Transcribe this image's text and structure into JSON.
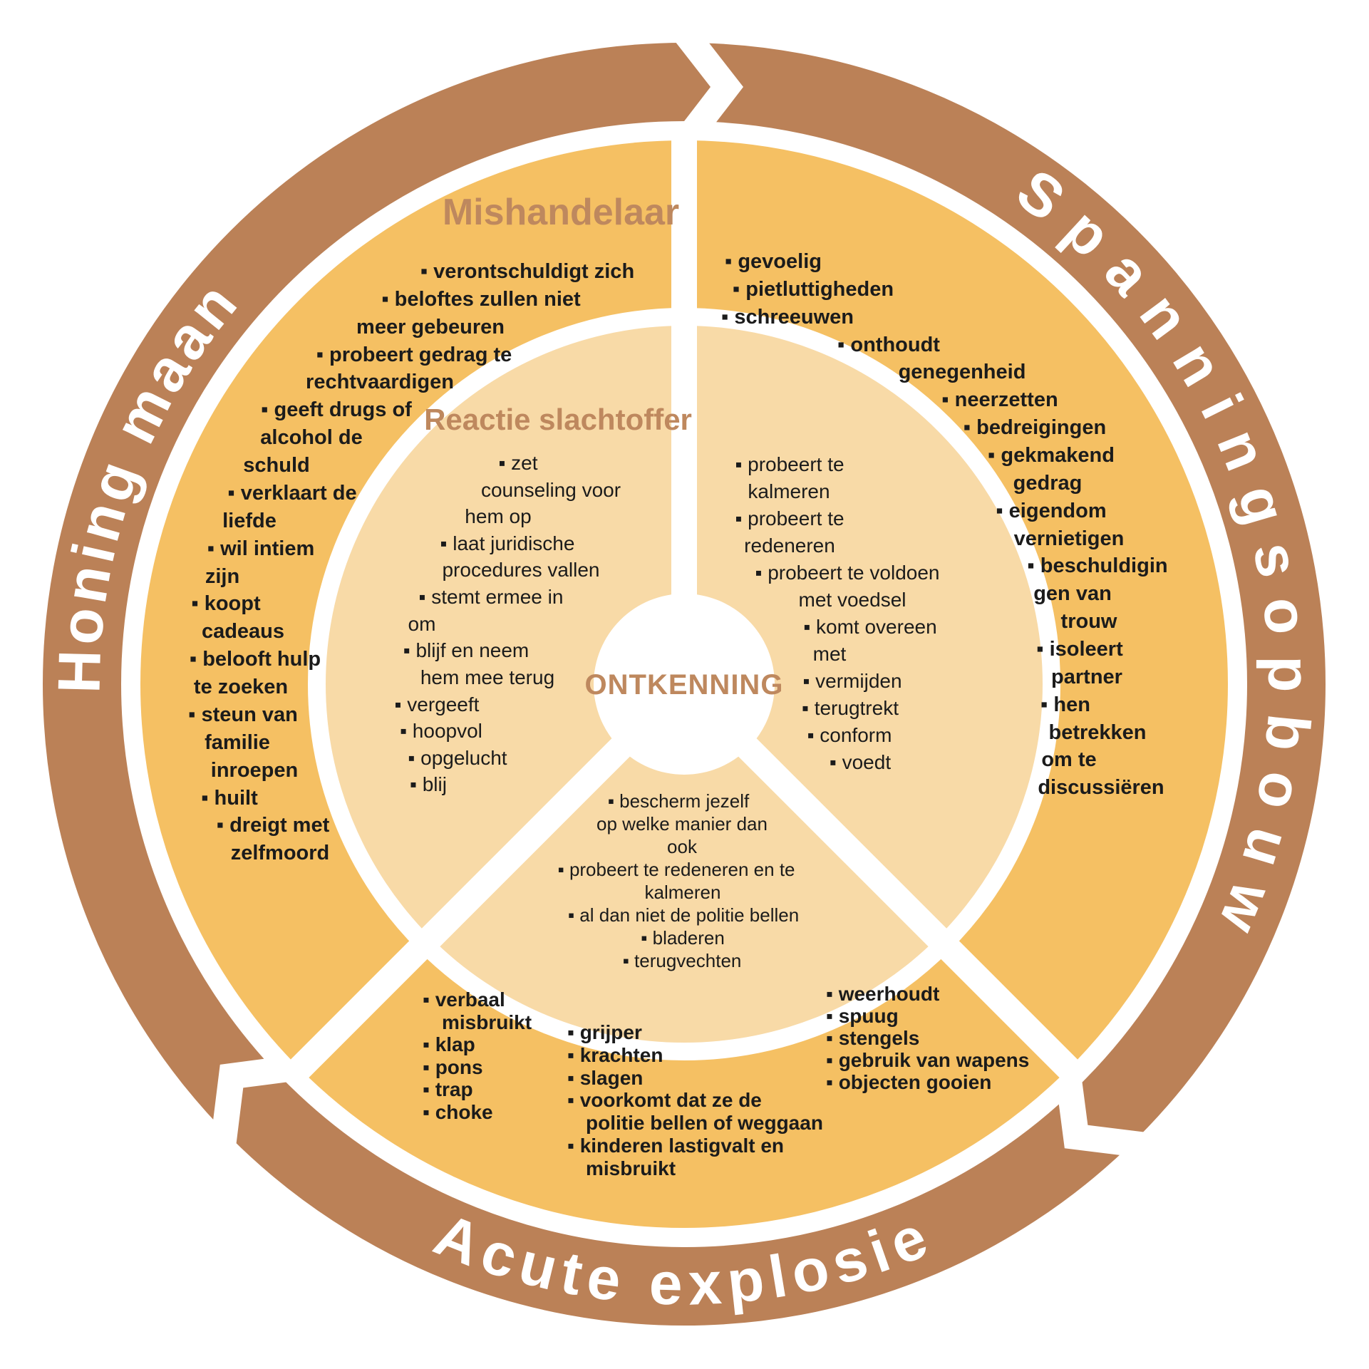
{
  "center_label": "ONTKENNING",
  "outer_ring": {
    "phases": [
      {
        "label": "Honing maan"
      },
      {
        "label": "Spanningsopbouw"
      },
      {
        "label": "Acute explosie"
      }
    ]
  },
  "middle_ring": {
    "title": "Mishandelaar",
    "honeymoon_lines": [
      "▪ verontschuldigt zich",
      "▪ beloftes zullen niet",
      "meer gebeuren",
      "▪ probeert gedrag te",
      "rechtvaardigen",
      "▪ geeft drugs of",
      "alcohol de",
      "schuld",
      "▪ verklaart de",
      "liefde",
      "▪ wil intiem",
      "zijn",
      "▪ koopt",
      "cadeaus",
      "▪ belooft hulp",
      "te zoeken",
      "▪ steun van",
      "familie",
      "inroepen",
      "▪ huilt",
      "▪ dreigt met",
      "zelfmoord"
    ],
    "tension_lines": [
      "▪ gevoelig",
      "▪ pietluttigheden",
      "▪ schreeuwen",
      "▪ onthoudt",
      "genegenheid",
      "▪ neerzetten",
      "▪ bedreigingen",
      "▪ gekmakend",
      "gedrag",
      "▪ eigendom",
      "vernietigen",
      "▪ beschuldigin",
      "gen van",
      "trouw",
      "▪ isoleert",
      "partner",
      "▪ hen",
      "betrekken",
      "om te",
      "discussiëren"
    ],
    "explosion_col1": [
      "▪ verbaal",
      "misbruikt",
      "▪ klap",
      "▪ pons",
      "▪ trap",
      "▪ choke"
    ],
    "explosion_col2": [
      "▪ grijper",
      "▪ krachten",
      "▪ slagen",
      "▪ voorkomt dat ze de",
      "politie bellen of weggaan",
      "▪ kinderen lastigvalt en",
      "misbruikt"
    ],
    "explosion_col3": [
      "▪ weerhoudt",
      "▪ spuug",
      "▪ stengels",
      "▪ gebruik van wapens",
      "▪ objecten gooien"
    ]
  },
  "inner_ring": {
    "title": "Reactie slachtoffer",
    "honeymoon_lines": [
      "▪ zet",
      "counseling voor",
      "hem op",
      "▪ laat juridische",
      "procedures vallen",
      "▪ stemt ermee in",
      "om",
      "▪ blijf en neem",
      "hem mee terug",
      "▪ vergeeft",
      "▪ hoopvol",
      "▪ opgelucht",
      "▪ blij"
    ],
    "tension_lines": [
      "▪ probeert te",
      "kalmeren",
      "▪ probeert te",
      "redeneren",
      "▪ probeert te voldoen",
      "met voedsel",
      "▪ komt overeen",
      "met",
      "▪ vermijden",
      "▪ terugtrekt",
      "▪ conform",
      "▪ voedt"
    ],
    "explosion_lines": [
      "▪ bescherm jezelf",
      "op welke manier dan",
      "ook",
      "▪ probeert te redeneren en te",
      "kalmeren",
      "▪ al dan niet de politie bellen",
      "▪ bladeren",
      "▪ terugvechten"
    ]
  },
  "colors": {
    "outer_ring": "#BB8157",
    "middle_ring": "#F5C063",
    "inner_ring": "#F8DAA7",
    "title_text": "#BE885E",
    "body_text": "#1B1B1B",
    "background": "#FFFFFF"
  }
}
